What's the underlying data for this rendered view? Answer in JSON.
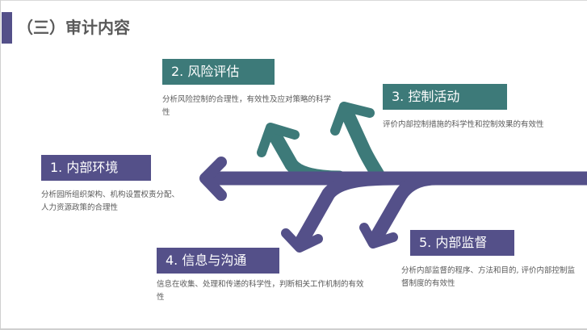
{
  "title": "（三）审计内容",
  "colors": {
    "purple": "#545089",
    "teal": "#3d7a79",
    "text": "#595959"
  },
  "items": [
    {
      "label": "1. 内部环境",
      "desc": "分析园所组织架构、机构设置权责分配、人力资源政策的合理性"
    },
    {
      "label": "2. 风险评估",
      "desc": "分析风险控制的合理性，有效性及应对策略的科学性"
    },
    {
      "label": "3. 控制活动",
      "desc": "评价内部控制措施的科学性和控制效果的有效性"
    },
    {
      "label": "4. 信息与沟通",
      "desc": "信息在收集、处理和传递的科学性，判断相关工作机制的有效性"
    },
    {
      "label": "5. 内部监督",
      "desc": "分析内部监督的程序、方法和目的, 评价内部控制监督制度的有效性"
    }
  ]
}
